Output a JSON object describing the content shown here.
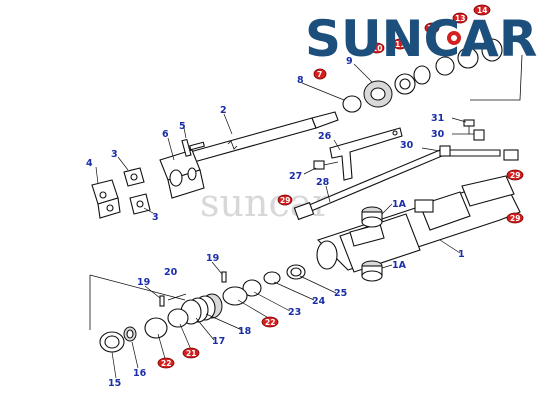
{
  "logo": {
    "text": "SUNCAR",
    "color": "#1d4f7c",
    "accent": "#d42020"
  },
  "watermark": {
    "text": "suncar"
  },
  "callouts_blue": [
    {
      "id": "c15",
      "label": "15"
    },
    {
      "id": "c16",
      "label": "16"
    },
    {
      "id": "c17",
      "label": "17"
    },
    {
      "id": "c18",
      "label": "18"
    },
    {
      "id": "c19a",
      "label": "19"
    },
    {
      "id": "c19b",
      "label": "19"
    },
    {
      "id": "c20",
      "label": "20"
    },
    {
      "id": "c23",
      "label": "23"
    },
    {
      "id": "c24",
      "label": "24"
    },
    {
      "id": "c25",
      "label": "25"
    },
    {
      "id": "c1",
      "label": "1"
    },
    {
      "id": "c1a1",
      "label": "1A"
    },
    {
      "id": "c1a2",
      "label": "1A"
    },
    {
      "id": "c2",
      "label": "2"
    },
    {
      "id": "c3a",
      "label": "3"
    },
    {
      "id": "c3b",
      "label": "3"
    },
    {
      "id": "c4",
      "label": "4"
    },
    {
      "id": "c5",
      "label": "5"
    },
    {
      "id": "c6",
      "label": "6"
    },
    {
      "id": "c8",
      "label": "8"
    },
    {
      "id": "c9",
      "label": "9"
    },
    {
      "id": "c26",
      "label": "26"
    },
    {
      "id": "c27",
      "label": "27"
    },
    {
      "id": "c28",
      "label": "28"
    },
    {
      "id": "c30a",
      "label": "30"
    },
    {
      "id": "c30b",
      "label": "30"
    },
    {
      "id": "c31",
      "label": "31"
    }
  ],
  "callouts_red": [
    {
      "id": "r21",
      "label": "21"
    },
    {
      "id": "r22a",
      "label": "22"
    },
    {
      "id": "r22b",
      "label": "22"
    },
    {
      "id": "r7",
      "label": "7"
    },
    {
      "id": "r29a",
      "label": "29"
    },
    {
      "id": "r29b",
      "label": "29"
    },
    {
      "id": "r29c",
      "label": "29"
    },
    {
      "id": "r10",
      "label": "10"
    },
    {
      "id": "r11",
      "label": "11"
    },
    {
      "id": "r12",
      "label": "12"
    },
    {
      "id": "r13",
      "label": "13"
    },
    {
      "id": "r14",
      "label": "14"
    }
  ]
}
